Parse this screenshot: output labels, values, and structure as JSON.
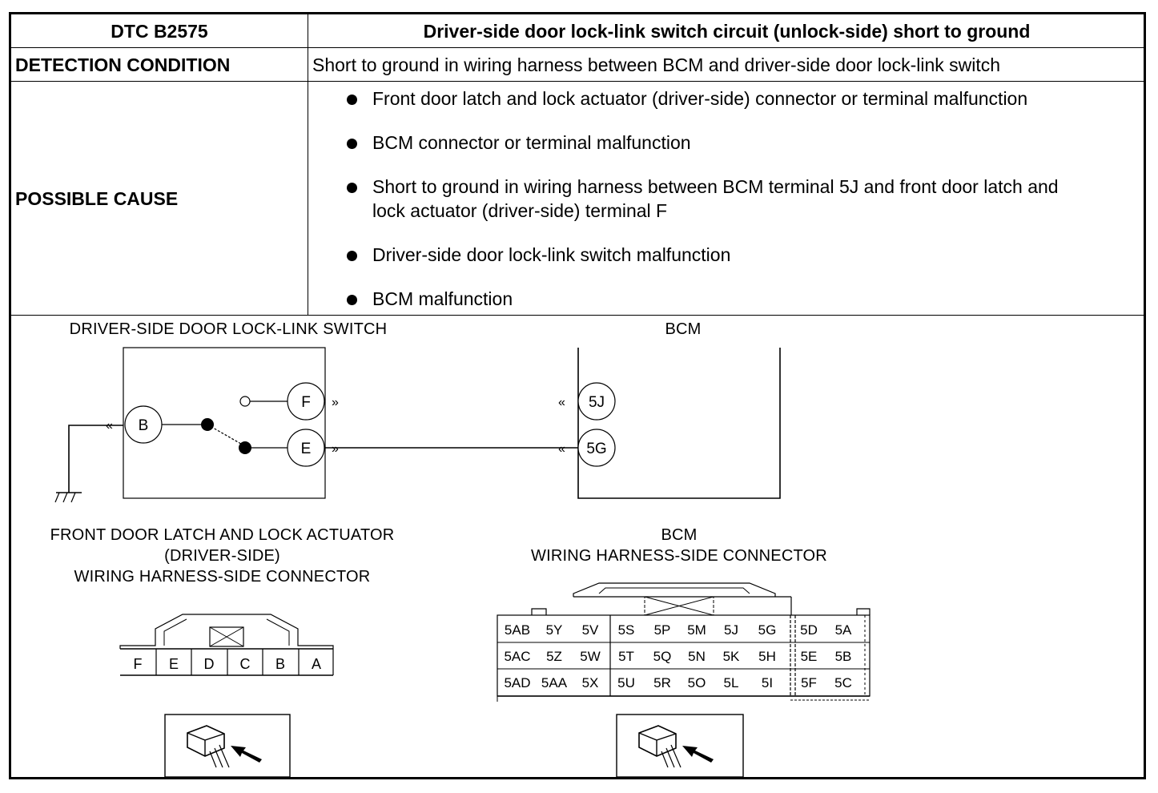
{
  "header": {
    "code": "DTC B2575",
    "title": "Driver-side door lock-link switch circuit (unlock-side) short to ground"
  },
  "detection": {
    "label": "DETECTION CONDITION",
    "text": "Short to ground in wiring harness between BCM and driver-side door lock-link switch"
  },
  "possible_cause": {
    "label": "POSSIBLE CAUSE",
    "items": [
      {
        "line1": "Front door latch and lock actuator (driver-side) connector or terminal malfunction",
        "line2": ""
      },
      {
        "line1": "BCM connector or terminal malfunction",
        "line2": ""
      },
      {
        "line1": "Short to ground in wiring harness between BCM terminal 5J and front door latch and",
        "line2": "lock actuator (driver-side) terminal F"
      },
      {
        "line1": "Driver-side door lock-link switch malfunction",
        "line2": ""
      },
      {
        "line1": "BCM malfunction",
        "line2": ""
      }
    ]
  },
  "diagram": {
    "switch_title": "DRIVER-SIDE DOOR LOCK-LINK SWITCH",
    "bcm_title": "BCM",
    "switch_terminals": [
      "B",
      "F",
      "E"
    ],
    "bcm_terminals": [
      "5J",
      "5G"
    ],
    "front_connector_title": [
      "FRONT DOOR LATCH AND LOCK ACTUATOR",
      "(DRIVER-SIDE)",
      "WIRING HARNESS-SIDE CONNECTOR"
    ],
    "bcm_connector_title": [
      "BCM",
      "WIRING HARNESS-SIDE CONNECTOR"
    ],
    "front_connector_pins": [
      "F",
      "E",
      "D",
      "C",
      "B",
      "A"
    ],
    "bcm_connector_rows": [
      [
        "5AB",
        "5Y",
        "5V",
        "5S",
        "5P",
        "5M",
        "5J",
        "5G",
        "5D",
        "5A"
      ],
      [
        "5AC",
        "5Z",
        "5W",
        "5T",
        "5Q",
        "5N",
        "5K",
        "5H",
        "5E",
        "5B"
      ],
      [
        "5AD",
        "5AA",
        "5X",
        "5U",
        "5R",
        "5O",
        "5L",
        "5I",
        "5F",
        "5C"
      ]
    ]
  }
}
